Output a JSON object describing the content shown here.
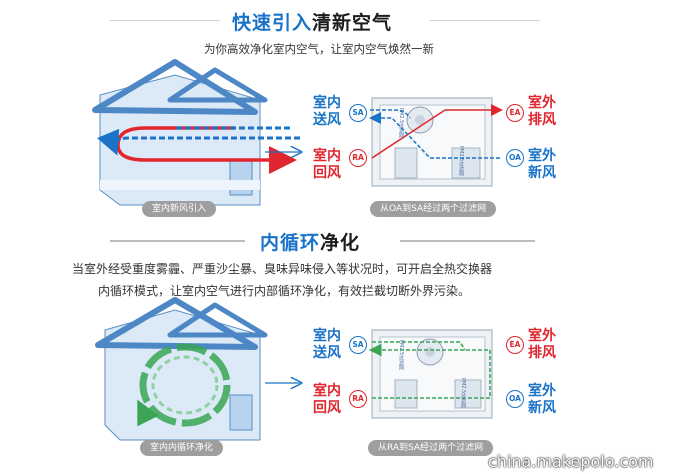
{
  "section1": {
    "title_highlight": "快速引入",
    "title_rest": "清新空气",
    "subtitle": "为你高效净化室内空气，让室内空气焕然一新",
    "house_caption": "室内新风引入",
    "unit_caption": "从OA到SA经过两个过滤网",
    "labels": {
      "indoor_supply": "室内\n送风",
      "indoor_return": "室内\n回风",
      "outdoor_exhaust": "室外\n排风",
      "outdoor_fresh": "室外\n新风"
    },
    "ports": {
      "sa": "SA",
      "ra": "RA",
      "ea": "EA",
      "oa": "OA"
    },
    "filter_1": "PM2.5过滤网",
    "filter_2": "PM2.5过滤网"
  },
  "section2": {
    "title_highlight": "内循环",
    "title_rest": "净化",
    "para_line1": "当室外经受重度雾霾、严重沙尘暴、臭味异味侵入等状况时，可开启全热交换器",
    "para_line2": "内循环模式，让室内空气进行内部循环净化，有效拦截切断外界污染。",
    "house_caption": "室内内循环净化",
    "unit_caption": "从RA到SA经过两个过滤网",
    "labels": {
      "indoor_supply": "室内\n送风",
      "indoor_return": "室内\n回风",
      "outdoor_exhaust": "室外\n排风",
      "outdoor_fresh": "室外\n新风"
    },
    "ports": {
      "sa": "SA",
      "ra": "RA",
      "ea": "EA",
      "oa": "OA"
    },
    "filter_1": "PM2.5过滤网",
    "filter_2": "PM2.5过滤网"
  },
  "watermark": "china.makepolo.com",
  "colors": {
    "accent_blue": "#1a73c8",
    "accent_red": "#e0262f",
    "recirc_green": "#3aa655"
  }
}
